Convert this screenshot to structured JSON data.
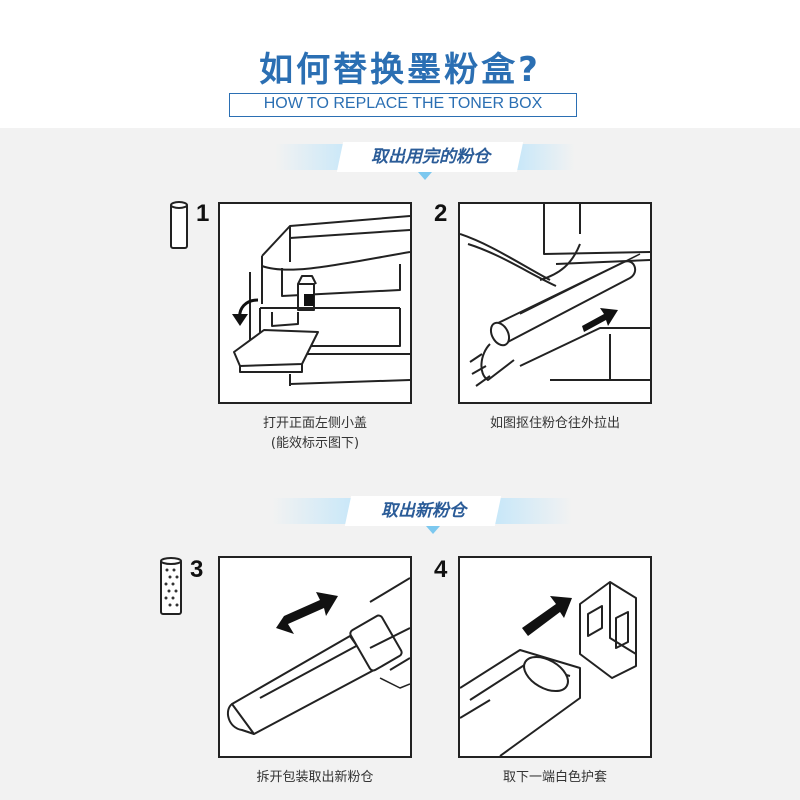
{
  "header": {
    "title": "如何替换墨粉盒?",
    "subtitle": "HOW TO REPLACE THE TONER BOX"
  },
  "sections": [
    {
      "label": "取出用完的粉仓"
    },
    {
      "label": "取出新粉仓"
    }
  ],
  "steps": [
    {
      "number": "1",
      "caption_line1": "打开正面左侧小盖",
      "caption_line2": "(能效标示图下)"
    },
    {
      "number": "2",
      "caption_line1": "如图抠住粉仓往外拉出",
      "caption_line2": ""
    },
    {
      "number": "3",
      "caption_line1": "拆开包装取出新粉仓",
      "caption_line2": ""
    },
    {
      "number": "4",
      "caption_line1": "取下一端白色护套",
      "caption_line2": ""
    }
  ],
  "colors": {
    "accent": "#2b6fb3",
    "band": "#bfe5fa",
    "background": "#f2f2f2"
  }
}
